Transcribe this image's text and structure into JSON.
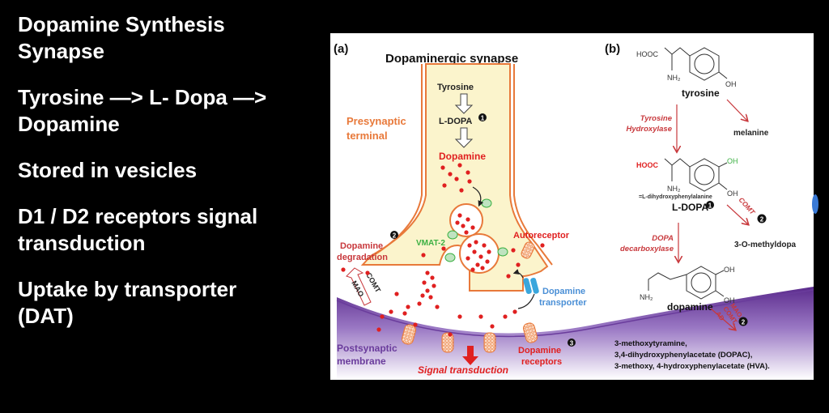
{
  "slide": {
    "bullets": [
      "Dopamine Synthesis\nSynapse",
      "Tyrosine —> L- Dopa —>\nDopamine",
      "Stored in vesicles",
      "D1 / D2 receptors signal\ntransduction",
      "Uptake by transporter\n(DAT)"
    ]
  },
  "figure_a": {
    "panel_label": "(a)",
    "title": "Dopaminergic synapse",
    "tyrosine": "Tyrosine",
    "ldopa": "L-DOPA",
    "dopamine": "Dopamine",
    "presynaptic_line1": "Presynaptic",
    "presynaptic_line2": "terminal",
    "vmat": "VMAT-2",
    "autoreceptor": "Autoreceptor",
    "degradation_line1": "Dopamine",
    "degradation_line2": "degradation",
    "comt": "COMT",
    "mao": "MAO",
    "transporter_line1": "Dopamine",
    "transporter_line2": "transporter",
    "postsynaptic_line1": "Postsynaptic",
    "postsynaptic_line2": "membrane",
    "receptors_line1": "Dopamine",
    "receptors_line2": "receptors",
    "signal": "Signal transduction",
    "badge1": "1",
    "badge2": "2",
    "badge3": "3"
  },
  "figure_b": {
    "panel_label": "(b)",
    "hooc": "HOOC",
    "nh2": "NH₂",
    "oh": "OH",
    "tyrosine": "tyrosine",
    "enzyme1_line1": "Tyrosine",
    "enzyme1_line2": "Hydroxylase",
    "melanine": "melanine",
    "ldopa_full": "=L-dihydroxyphenylalanine",
    "ldopa": "L-DOPA",
    "comt": "COMT",
    "methyldopa": "3-O-methyldopa",
    "enzyme2_line1": "DOPA",
    "enzyme2_line2": "decarboxylase",
    "dopamine": "dopamine",
    "mao_enzymes": [
      "MAO,",
      "COMT,",
      "AD"
    ],
    "products": [
      "3-methoxytyramine,",
      "3,4-dihydroxyphenylacetate (DOPAC),",
      "3-methoxy, 4-hydroxyphenylacetate (HVA)."
    ],
    "badge1": "1",
    "badge2": "2"
  },
  "colors": {
    "orange": "#e8793a",
    "red": "#e02020",
    "dark_red": "#c8383c",
    "green": "#3cb043",
    "blue": "#4a8fd6",
    "purple": "#6a3c9c",
    "cytoplasm": "#fbf4cc"
  }
}
